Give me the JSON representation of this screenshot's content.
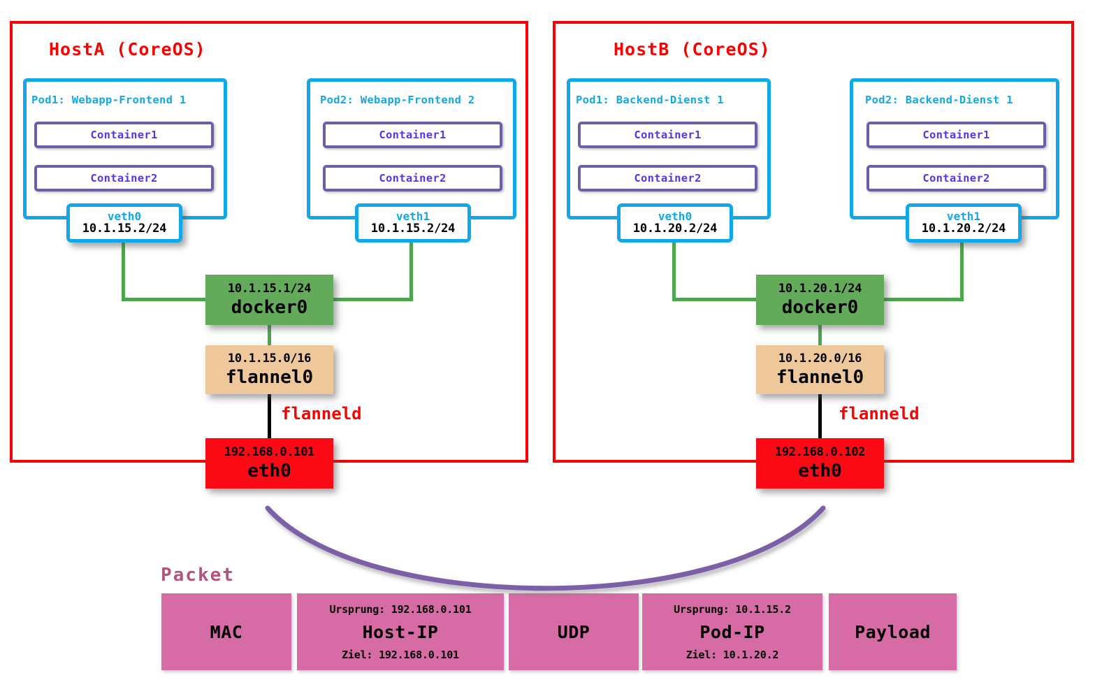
{
  "diagram": {
    "title_colors": {
      "host_red": "#fa0000",
      "pod_blue": "#12a8e8",
      "container_purple": "#6a5fa8",
      "container_text": "#5a33ee",
      "docker_green": "#63ab5a",
      "flannel_tan": "#eec89a",
      "eth_red": "#fa0a14",
      "packet_pink": "#d76ba5",
      "packet_label": "#b5537f",
      "arc_purple": "#7b5ea7",
      "link_green": "#4ca64c"
    }
  },
  "hosts": [
    {
      "id": "hostA",
      "title": "HostA (CoreOS)",
      "pods": [
        {
          "label": "Pod1: Webapp-Frontend 1",
          "containers": [
            "Container1",
            "Container2"
          ],
          "veth": {
            "name": "veth0",
            "ip": "10.1.15.2/24"
          }
        },
        {
          "label": "Pod2: Webapp-Frontend 2",
          "containers": [
            "Container1",
            "Container2"
          ],
          "veth": {
            "name": "veth1",
            "ip": "10.1.15.2/24"
          }
        }
      ],
      "docker0": {
        "ip": "10.1.15.1/24",
        "name": "docker0"
      },
      "flannel0": {
        "ip": "10.1.15.0/16",
        "name": "flannel0"
      },
      "eth0": {
        "ip": "192.168.0.101",
        "name": "eth0"
      },
      "daemon_label": "flanneld"
    },
    {
      "id": "hostB",
      "title": "HostB (CoreOS)",
      "pods": [
        {
          "label": "Pod1: Backend-Dienst 1",
          "containers": [
            "Container1",
            "Container2"
          ],
          "veth": {
            "name": "veth0",
            "ip": "10.1.20.2/24"
          }
        },
        {
          "label": "Pod2: Backend-Dienst 1",
          "containers": [
            "Container1",
            "Container2"
          ],
          "veth": {
            "name": "veth1",
            "ip": "10.1.20.2/24"
          }
        }
      ],
      "docker0": {
        "ip": "10.1.20.1/24",
        "name": "docker0"
      },
      "flannel0": {
        "ip": "10.1.20.0/16",
        "name": "flannel0"
      },
      "eth0": {
        "ip": "192.168.0.102",
        "name": "eth0"
      },
      "daemon_label": "flanneld"
    }
  ],
  "packet": {
    "title": "Packet",
    "fields": [
      {
        "name": "MAC",
        "src": "",
        "dst": ""
      },
      {
        "name": "Host-IP",
        "src": "Ursprung: 192.168.0.101",
        "dst": "Ziel: 192.168.0.101"
      },
      {
        "name": "UDP",
        "src": "",
        "dst": ""
      },
      {
        "name": "Pod-IP",
        "src": "Ursprung: 10.1.15.2",
        "dst": "Ziel: 10.1.20.2"
      },
      {
        "name": "Payload",
        "src": "",
        "dst": ""
      }
    ]
  }
}
